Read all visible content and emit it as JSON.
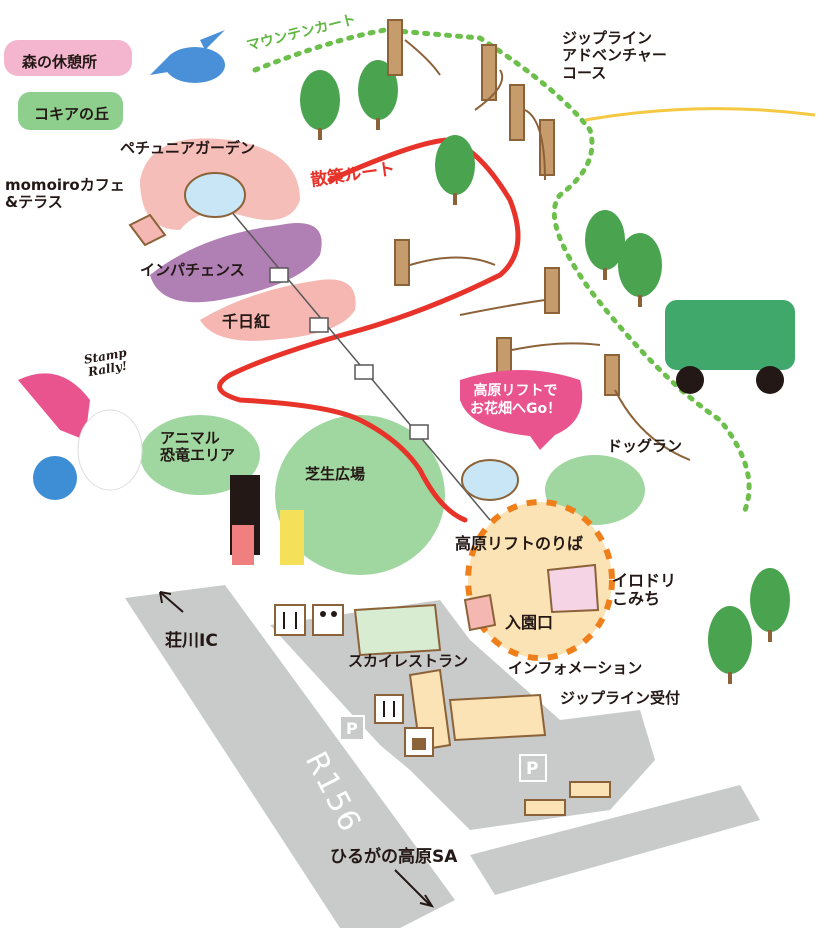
{
  "legend": {
    "rest_area": {
      "label": "森の休憩所",
      "color": "#f4b6cf"
    },
    "kokia_hill": {
      "label": "コキアの丘",
      "color": "#8fcf8e"
    }
  },
  "routes": {
    "mountain_cart": {
      "label": "マウンテンカート",
      "color": "#6cbf4b"
    },
    "walking_route": {
      "label": "散策ルート",
      "color": "#e8332a"
    }
  },
  "areas": {
    "zipline_course": {
      "label": "ジップライン\nアドベンチャー\nコース"
    },
    "petunia_garden": {
      "label": "ペチュニアガーデン"
    },
    "momoiro_cafe": {
      "label": "momoiroカフェ\n&テラス"
    },
    "impatiens": {
      "label": "インパチェンス"
    },
    "sennichiko": {
      "label": "千日紅"
    },
    "stamp_rally": {
      "label": "Stamp\nRally!"
    },
    "animal_dino": {
      "label": "アニマル\n恐竜エリア"
    },
    "lawn_plaza": {
      "label": "芝生広場"
    },
    "dog_run": {
      "label": "ドッグラン"
    },
    "lift_bubble": {
      "label": "高原リフトで\nお花畑へGo！",
      "color": "#e9548e"
    },
    "lift_station": {
      "label": "高原リフトのりば"
    },
    "irodori": {
      "label": "イロドリ\nこみち"
    },
    "entrance": {
      "label": "入園口"
    },
    "sky_restaurant": {
      "label": "スカイレストラン"
    },
    "information": {
      "label": "インフォメーション"
    },
    "zipline_desk": {
      "label": "ジップライン受付"
    }
  },
  "roads": {
    "shokawa_ic": {
      "label": "荘川IC"
    },
    "route_number": {
      "label": "R156"
    },
    "hirugano_sa": {
      "label": "ひるがの高原SA"
    }
  },
  "icons": [
    "bird-icon",
    "tree-icon",
    "parking-icon",
    "restaurant-icon",
    "restroom-icon",
    "shop-bag-icon",
    "bench-icon",
    "arrow-icon"
  ]
}
